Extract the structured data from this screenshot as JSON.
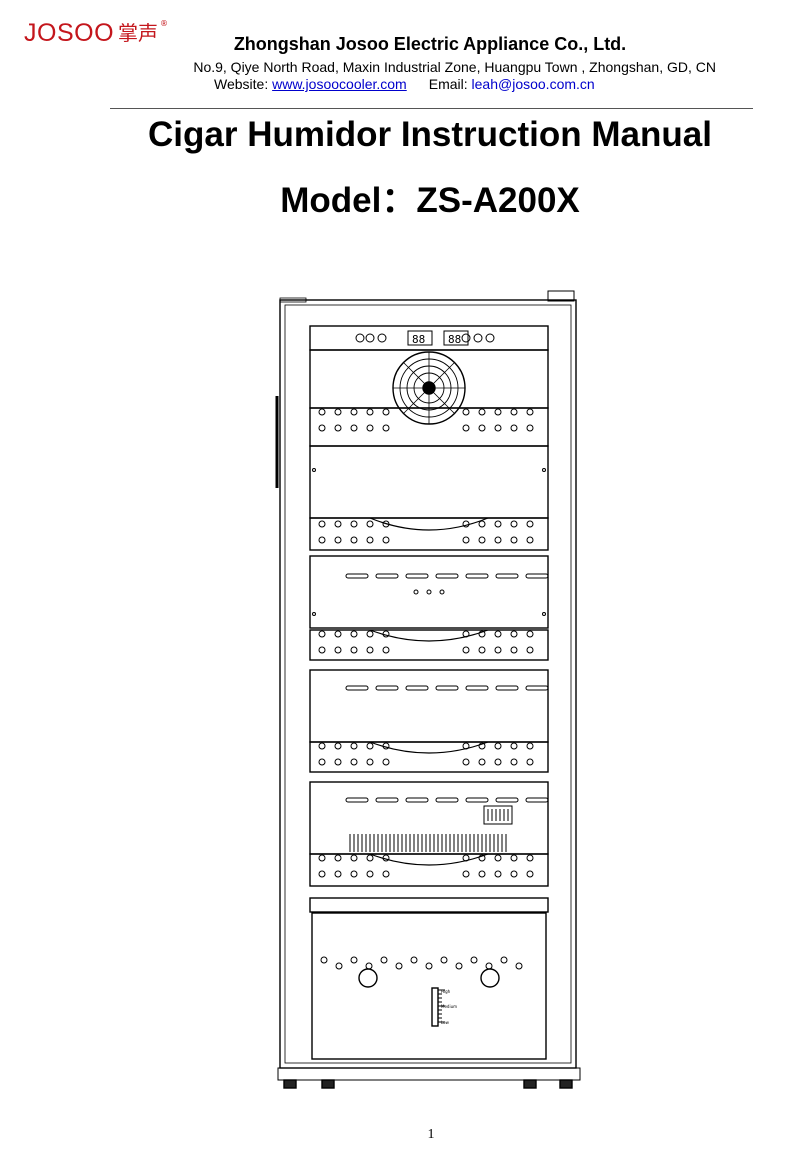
{
  "header": {
    "logo_latin": "JOSOO",
    "logo_cjk": "掌声",
    "logo_reg": "®",
    "company": "Zhongshan Josoo Electric Appliance Co., Ltd.",
    "address": "No.9, Qiye North Road, Maxin Industrial Zone, Huangpu Town , Zhongshan, GD, CN",
    "website_label": "Website: ",
    "website": "www.josoocooler.com",
    "email_label": "Email: ",
    "email": "leah@josoo.com.cn"
  },
  "document": {
    "title": "Cigar Humidor Instruction Manual",
    "model": "Model：ZS-A200X"
  },
  "figure": {
    "display_left": "88",
    "display_right": "88",
    "gauge_labels": [
      "High",
      "Medium",
      "Low"
    ]
  },
  "footer": {
    "page_number": "1"
  },
  "colors": {
    "brand": "#c4161c",
    "link": "#0000cc"
  }
}
